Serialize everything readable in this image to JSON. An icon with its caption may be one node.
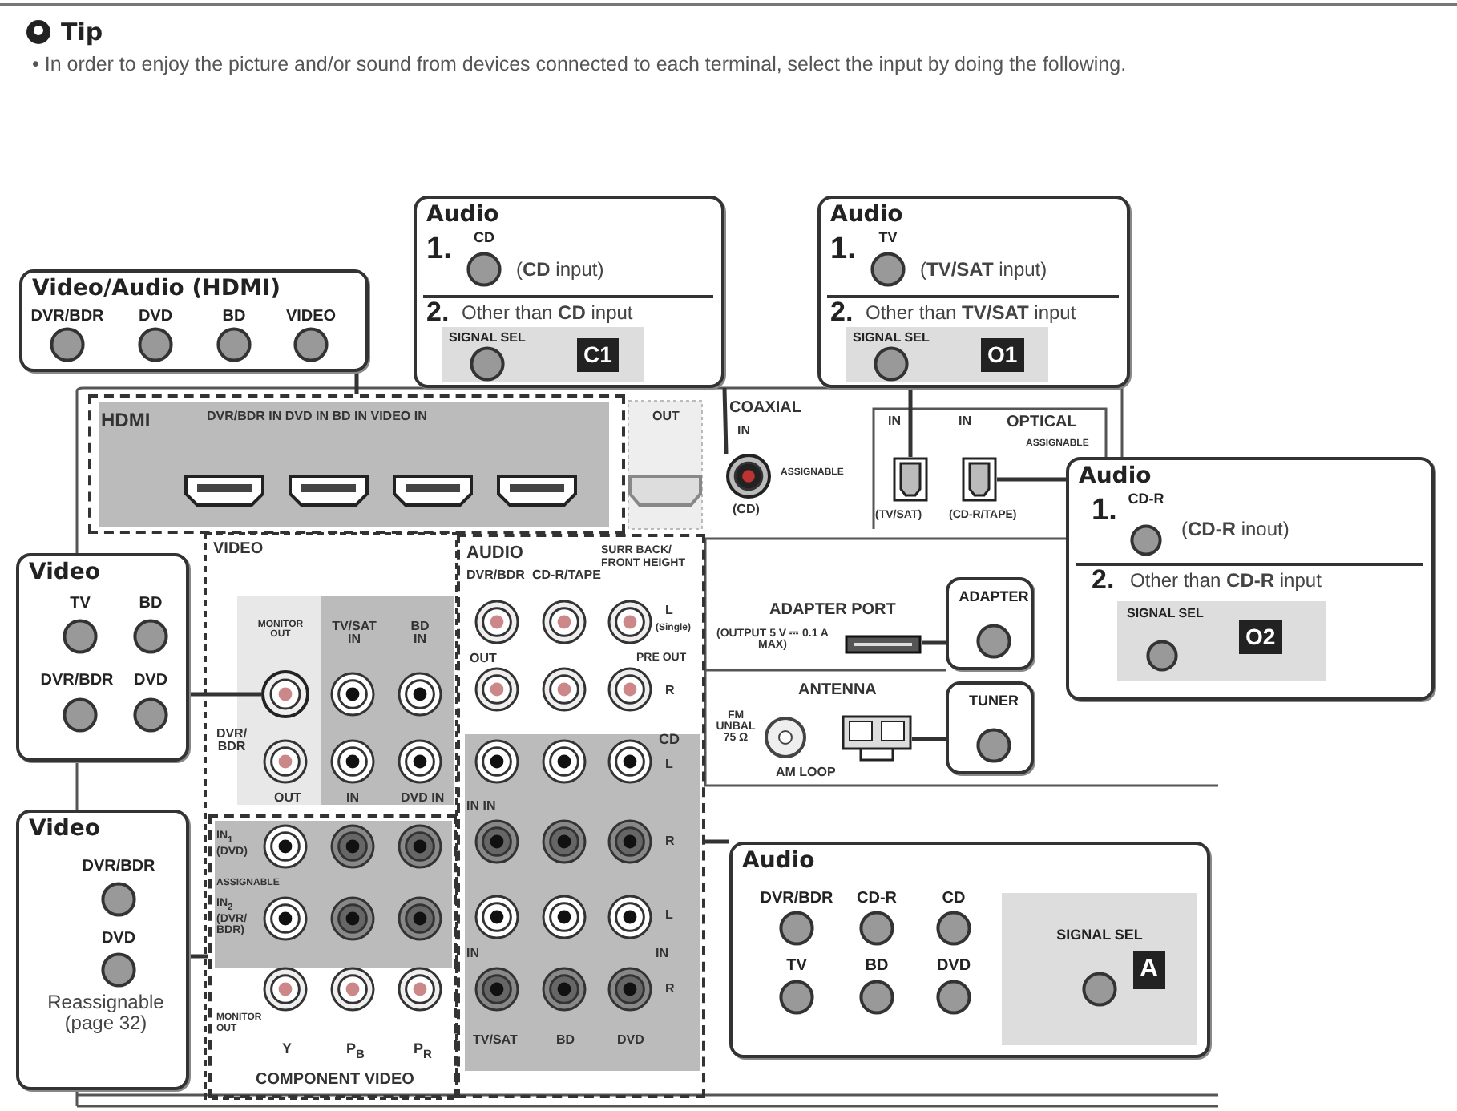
{
  "diagram": {
    "title": "Tip",
    "nodes": [
      {
        "text": [
          "Video/Audio (HDMI)",
          "DVR/BDR",
          "DVD",
          "BD",
          "VIDEO"
        ]
      },
      {
        "text": [
          "Audio",
          "1.",
          "CD",
          "(**CD** input)",
          "2.",
          "Other than **CD** input",
          "SIGNAL SEL",
          "C1"
        ]
      },
      {
        "text": [
          "Audio",
          "1.",
          "TV",
          "(**TV/SAT** input)",
          "2.",
          "Other than **TV/SAT** input",
          "SIGNAL SEL",
          "O1"
        ]
      },
      {
        "text": [
          "Audio",
          "1.",
          "CD-R",
          "(**CD-R** inout)",
          "2.",
          "Other than **CD-R** input",
          "SIGNAL SEL",
          "O2"
        ]
      },
      {
        "text": [
          "Video",
          "TV",
          "BD",
          "DVR/BDR",
          "DVD"
        ]
      },
      {
        "text": [
          "Video",
          "DVR/BDR",
          "DVD",
          "Reassignable (page 32)"
        ]
      },
      {
        "text": [
          "ADAPTER"
        ]
      },
      {
        "text": [
          "TUNER"
        ]
      },
      {
        "text": [
          "Audio",
          "DVR/BDR",
          "CD-R",
          "CD",
          "TV",
          "BD",
          "DVD",
          "SIGNAL SEL",
          "A"
        ]
      },
      {
        "text": [
          "HDMI",
          "DVR/BDR IN DVD IN BD IN VIDEO IN"
        ]
      },
      {
        "text": [],
        "shape": "circle",
        "beside": [
          "(CD)"
        ]
      },
      {
        "text": [],
        "shape": "box",
        "beside": [
          "(TV/SAT)"
        ]
      },
      {
        "text": [],
        "shape": "box",
        "beside": [
          "(CD-R/TAPE)"
        ]
      },
      {
        "text": [],
        "shape": "circle",
        "beside": [
          "MONITOR OUT"
        ]
      },
      {
        "text": [
          "IN$_{1}$ (DVD)",
          "ASSIGNABLE",
          "IN$_{2}$ (DVR/ BDR)",
          "MONITOR OUT",
          "Y",
          "P$_{B}$",
          "P$_{R}$",
          "COMPONENT VIDEO"
        ]
      },
      {
        "text": [
          "AUDIO",
          "DVR/BDR",
          "CD-R/TAPE",
          "SURR BACK/ FRONT HEIGHT",
          "L",
          "(Single)",
          "OUT",
          "PRE OUT",
          "R",
          "CD",
          "L",
          "IN IN",
          "R",
          "L",
          "IN",
          "IN",
          "R",
          "TV/SAT",
          "BD",
          "DVD"
        ]
      },
      {
        "text": [],
        "shape": "box"
      },
      {
        "text": [],
        "shape": "box",
        "beside": [
          "AM LOOP"
        ]
      }
    ],
    "edges": [
      {
        "from": 0,
        "to": 9,
        "arrow": "none"
      },
      {
        "from": 1,
        "to": 10,
        "arrow": "none"
      },
      {
        "from": 2,
        "to": 11,
        "arrow": "none"
      },
      {
        "from": 3,
        "to": 12,
        "arrow": "none"
      },
      {
        "from": 4,
        "to": 13,
        "arrow": "none"
      },
      {
        "from": 5,
        "to": 14,
        "arrow": "none"
      },
      {
        "from": 6,
        "to": 16,
        "arrow": "none"
      },
      {
        "from": 7,
        "to": 17,
        "arrow": "none"
      },
      {
        "from": 8,
        "to": 15,
        "arrow": "none"
      }
    ],
    "labels": [
      "• In order to enjoy the picture and/or sound from devices connected to each terminal, select the input by doing the following.",
      "OUT",
      "COAXIAL",
      "IN",
      "ASSIGNABLE",
      "IN",
      "IN",
      "OPTICAL",
      "ASSIGNABLE",
      "VIDEO",
      "TV/SAT IN",
      "BD IN",
      "DVR/ BDR",
      "OUT",
      "IN",
      "DVD IN",
      "ADAPTER PORT",
      "(OUTPUT 5 V ⎓ 0.1 A MAX)",
      "ANTENNA",
      "FM UNBAL 75 Ω"
    ]
  }
}
